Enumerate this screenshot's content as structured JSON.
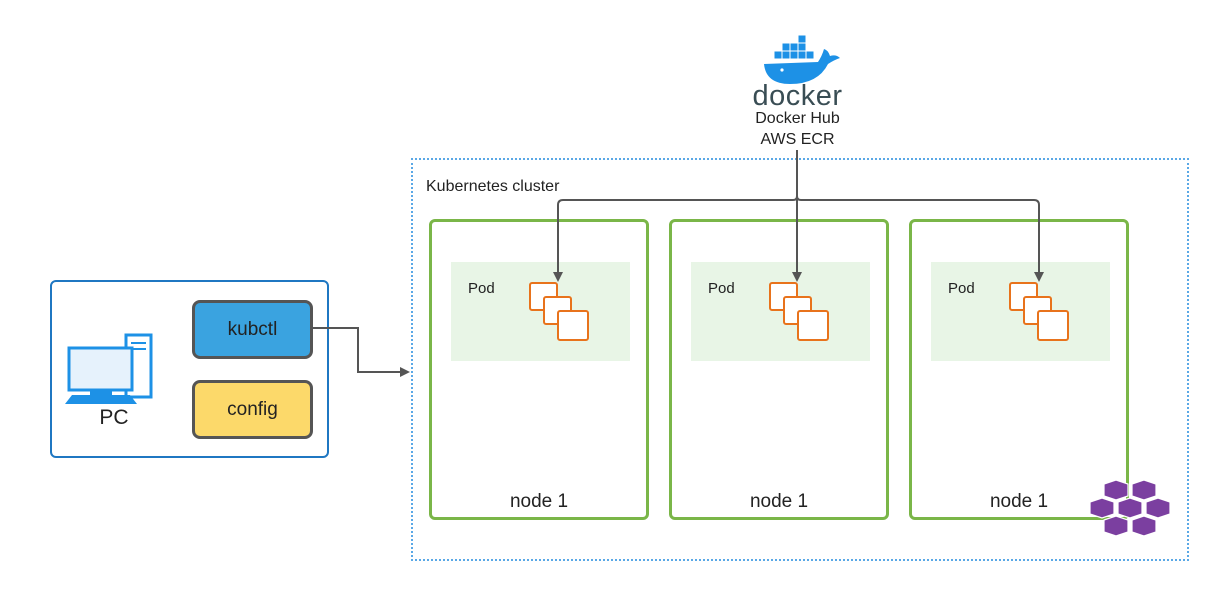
{
  "pc": {
    "label": "PC",
    "kubctl_label": "kubctl",
    "config_label": "config"
  },
  "registry": {
    "logo_text": "docker",
    "line1": "Docker Hub",
    "line2": "AWS ECR"
  },
  "cluster": {
    "label": "Kubernetes cluster",
    "nodes": [
      {
        "label": "node 1",
        "pod_label": "Pod"
      },
      {
        "label": "node 1",
        "pod_label": "Pod"
      },
      {
        "label": "node 1",
        "pod_label": "Pod"
      }
    ]
  },
  "colors": {
    "pc_border": "#1f77c2",
    "kubctl_fill": "#3aa3e0",
    "config_fill": "#fcd96a",
    "node_border": "#7ab648",
    "pod_fill": "#e8f5e6",
    "container_icon": "#e8731c",
    "cluster_border": "#5aa8e6",
    "arrow": "#555555",
    "docker_blue": "#1d91e6",
    "k8s_icon": "#7b3fa0"
  },
  "icons": [
    "computer-icon",
    "docker-logo-icon",
    "container-stack-icon",
    "kubernetes-cluster-icon"
  ]
}
